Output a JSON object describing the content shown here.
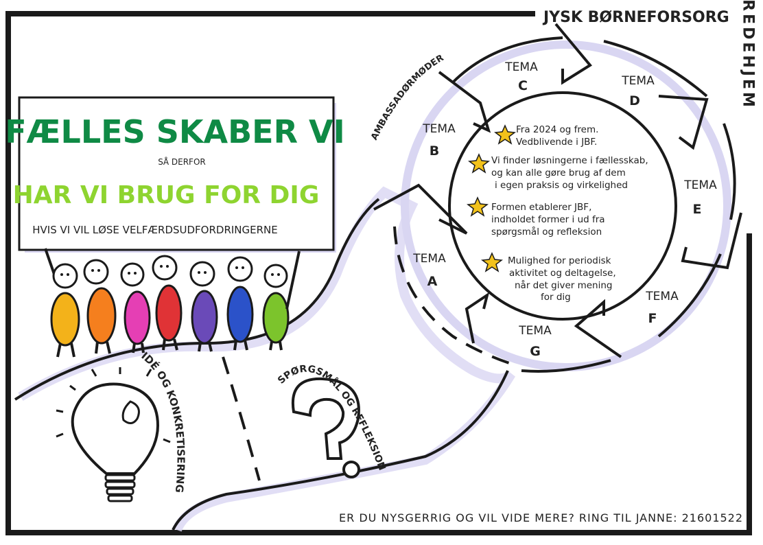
{
  "brand": "JYSK BØRNEFORSORG",
  "side_label": "FREDEHJEM",
  "banner": {
    "line1": "FÆLLES SKABER VI",
    "line2": "SÅ DERFOR",
    "line3": "HAR VI BRUG FOR DIG",
    "line4": "HVIS VI VIL LØSE VELFÆRDSUDFORDRINGERNE"
  },
  "colors": {
    "dark_green": "#0f8a45",
    "lime": "#8ed430",
    "frame": "#1a1a1a",
    "shadow": "#d9d6f2",
    "star": "#f2c21b",
    "figures": [
      "#f3b21a",
      "#f57f1e",
      "#e53fb4",
      "#e03336",
      "#6a4ab8",
      "#2b52c9",
      "#7cc42c"
    ]
  },
  "ambassador_label": "AMBASSADØRMØDER",
  "themes": [
    {
      "word": "TEMA",
      "letter": "A"
    },
    {
      "word": "TEMA",
      "letter": "B"
    },
    {
      "word": "TEMA",
      "letter": "C"
    },
    {
      "word": "TEMA",
      "letter": "D"
    },
    {
      "word": "TEMA",
      "letter": "E"
    },
    {
      "word": "TEMA",
      "letter": "F"
    },
    {
      "word": "TEMA",
      "letter": "G"
    }
  ],
  "center_bullets": [
    [
      "Fra 2024 og frem.",
      "Vedblivende i JBF."
    ],
    [
      "Vi finder løsningerne i fællesskab,",
      "og kan alle gøre brug af dem",
      "i egen praksis og virkelighed"
    ],
    [
      "Formen etablerer JBF,",
      "indholdet former i ud fra",
      "spørgsmål og refleksion"
    ],
    [
      "Mulighed for periodisk",
      "aktivitet og deltagelse,",
      "når det giver mening",
      "for dig"
    ]
  ],
  "path_labels": {
    "idea": "IDÉ OG KONKRETISERING",
    "question": "SPØRGSMÅL OG REFLEKSION"
  },
  "contact": "ER DU NYSGERRIG OG VIL VIDE MERE? RING TIL JANNE: 21601522"
}
